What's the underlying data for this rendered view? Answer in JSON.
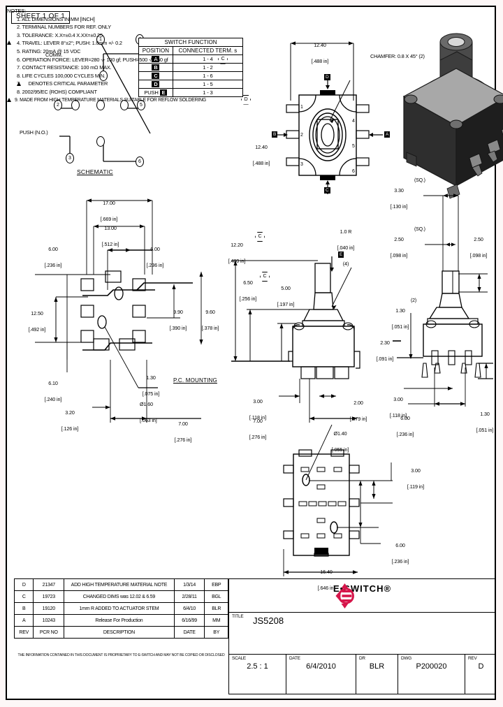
{
  "sheet": {
    "label": "SHEET 1 OF 1"
  },
  "schematic": {
    "title": "SCHEMATIC",
    "common_label": "COMM.",
    "push_label": "PUSH (N.O.)",
    "terminals": [
      "1",
      "2",
      "3",
      "4",
      "5",
      "6"
    ]
  },
  "switch_function_table": {
    "title": "SWITCH FUNCTION",
    "headers": [
      "POSITION",
      "CONNECTED TERM. s"
    ],
    "rows": [
      {
        "position": "A",
        "terminals": "1 - 4",
        "boxed": true,
        "prefix": ""
      },
      {
        "position": "B",
        "terminals": "1 - 2",
        "boxed": true,
        "prefix": ""
      },
      {
        "position": "C",
        "terminals": "1 - 6",
        "boxed": true,
        "prefix": ""
      },
      {
        "position": "D",
        "terminals": "1 - 5",
        "boxed": true,
        "prefix": ""
      },
      {
        "position": "E",
        "terminals": "1 - 3",
        "boxed": true,
        "prefix": "PUSH "
      }
    ]
  },
  "views": {
    "pc_mounting": {
      "title": "P.C. MOUNTING",
      "dims": {
        "d_17": {
          "mm": "17.00",
          "in": "[.669 in]"
        },
        "d_13": {
          "mm": "13.00",
          "in": "[.512 in]"
        },
        "d_600_left": {
          "mm": "6.00",
          "in": "[.236 in]"
        },
        "d_600_right": {
          "mm": "6.00",
          "in": "[.236 in]"
        },
        "d_1250": {
          "mm": "12.50",
          "in": "[.492 in]"
        },
        "d_990": {
          "mm": "9.90",
          "in": "[.390 in]"
        },
        "d_960": {
          "mm": "9.60",
          "in": "[.378 in]"
        },
        "d_610": {
          "mm": "6.10",
          "in": "[.240 in]"
        },
        "d_320": {
          "mm": "3.20",
          "in": "[.126 in]"
        },
        "d_130": {
          "mm": "1.30",
          "in": "[.075 in]"
        },
        "d_dia160": {
          "mm": "Ø1.60",
          "in": "[.063 in]"
        },
        "d_700": {
          "mm": "7.00",
          "in": "[.276 in]"
        }
      }
    },
    "top_view": {
      "chamfer_note": "CHAMFER:\n0.8 X 45° (2)",
      "dims": {
        "d_1240_top": {
          "mm": "12.40",
          "in": "[.488 in]"
        },
        "d_1240_left": {
          "mm": "12.40",
          "in": "[.488 in]"
        }
      },
      "datums": [
        "A",
        "B",
        "C",
        "D"
      ],
      "terminals": [
        "1",
        "2",
        "3",
        "4",
        "5",
        "6"
      ]
    },
    "front_view": {
      "dims": {
        "d_1220": {
          "mm": "12.20",
          "in": "[.480 in]"
        },
        "d_650": {
          "mm": "6.50",
          "in": "[.256 in]"
        },
        "d_500": {
          "mm": "5.00",
          "in": "[.197 in]"
        },
        "d_r10": {
          "mm": "1.0 R",
          "in": "[.040 in]",
          "qty": "(4)"
        },
        "d_300": {
          "mm": "3.00",
          "in": "[.118 in]"
        },
        "d_200": {
          "mm": "2.00",
          "in": "[.079 in]"
        },
        "d_700": {
          "mm": "7.00",
          "in": "[.276 in]"
        }
      },
      "datum": "E"
    },
    "side_view": {
      "dims": {
        "d_330sq": {
          "mm": "3.30",
          "in": "[.130 in]",
          "note": "(SQ.)"
        },
        "d_250sq": {
          "mm": "2.50",
          "in": "[.098 in]",
          "note": "(SQ.)"
        },
        "d_250": {
          "mm": "2.50",
          "in": "[.098 in]"
        },
        "d_130_2": {
          "mm": "1.30",
          "in": "[.051 in]",
          "note": "(2)"
        },
        "d_230": {
          "mm": "2.30",
          "in": "[.091 in]"
        },
        "d_300": {
          "mm": "3.00",
          "in": "[.118 in]"
        },
        "d_600": {
          "mm": "6.00",
          "in": "[.236 in]"
        },
        "d_130": {
          "mm": "1.30",
          "in": "[.051 in]"
        }
      }
    },
    "bottom_view": {
      "dims": {
        "d_dia140": {
          "mm": "Ø1.40",
          "in": "[.055 in]"
        },
        "d_300": {
          "mm": "3.00",
          "in": "[.119 in]"
        },
        "d_600": {
          "mm": "6.00",
          "in": "[.236 in]"
        },
        "d_1640": {
          "mm": "16.40",
          "in": "[.646 in]"
        }
      }
    }
  },
  "notes": {
    "header": "NOTES:",
    "items": [
      {
        "num": "1.",
        "text": "ALL DIMENSIONS IN MM [INCH]",
        "critical": false,
        "rev": ""
      },
      {
        "num": "2.",
        "text": "TERMINAL NUMBERS FOR REF. ONLY",
        "critical": false,
        "rev": ""
      },
      {
        "num": "3.",
        "text": "TOLERANCE: X.X=±0.4    X.XX=±0.25",
        "critical": false,
        "rev": ""
      },
      {
        "num": "4.",
        "text": "TRAVEL: LEVER 8°±2°;  PUSH: 1.0mm +/- 0.2",
        "critical": true,
        "rev": ""
      },
      {
        "num": "5.",
        "text": "RATING: 20mA @ 15 VDC",
        "critical": false,
        "rev": ""
      },
      {
        "num": "6.",
        "text": "OPERATION FORCE: LEVER=280 -/- 100 gf; PUSH=500 -/- 150 gf",
        "critical": false,
        "rev": "C"
      },
      {
        "num": "7.",
        "text": "CONTACT RESISTANCE: 100 mΩ MAX.",
        "critical": false,
        "rev": ""
      },
      {
        "num": "8.",
        "text": "LIFE CYCLES 100,000 CYCLES MIN.",
        "critical": false,
        "rev": ""
      },
      {
        "num": "7.",
        "text": "DENOTES CRITICAL PARAMETER",
        "critical": false,
        "rev": "",
        "inline_tri": true
      },
      {
        "num": "8.",
        "text": "2002/95/EC (ROHS) COMPLIANT",
        "critical": false,
        "rev": ""
      },
      {
        "num": "9.",
        "text": "MADE FROM HIGH TEMPERATURE MATERIALS SUITABLE FOR REFLOW SOLDERING",
        "critical": true,
        "rev": "D"
      }
    ]
  },
  "revision_table": {
    "headers": [
      "REV",
      "PCR NO",
      "DESCRIPTION",
      "DATE",
      "BY"
    ],
    "rows": [
      {
        "rev": "D",
        "pcr": "21347",
        "desc": "ADD HIGH TEMPERATURE MATERIAL NOTE",
        "date": "1/3/14",
        "by": "EBP"
      },
      {
        "rev": "C",
        "pcr": "19723",
        "desc": "CHANGED DIMS was 12.02 & 6.59",
        "date": "2/28/11",
        "by": "BGL"
      },
      {
        "rev": "B",
        "pcr": "19120",
        "desc": "1mm R ADDED TO ACTUATOR STEM",
        "date": "6/4/10",
        "by": "BLR"
      },
      {
        "rev": "A",
        "pcr": "10243",
        "desc": "Release For Production",
        "date": "6/16/99",
        "by": "MM"
      }
    ]
  },
  "proprietary_notice": "THE INFORMATION CONTAINED IN THIS DOCUMENT IS PROPRIETARY\nTO E-SWITCH AND MAY NOT BE COPIED OR DISCLOSED",
  "title_block": {
    "company": "E•SWITCH®",
    "title_key": "TITLE",
    "title_value": "JS5208",
    "scale_key": "SCALE",
    "scale_value": "2.5 : 1",
    "date_key": "DATE",
    "date_value": "6/4/2010",
    "dr_key": "DR",
    "dr_value": "BLR",
    "dwg_key": "DWG",
    "dwg_value": "P200020",
    "rev_key": "REV",
    "rev_value": "D"
  },
  "colors": {
    "logo_red": "#d6164b",
    "line": "#000000",
    "paper": "#ffffff"
  }
}
